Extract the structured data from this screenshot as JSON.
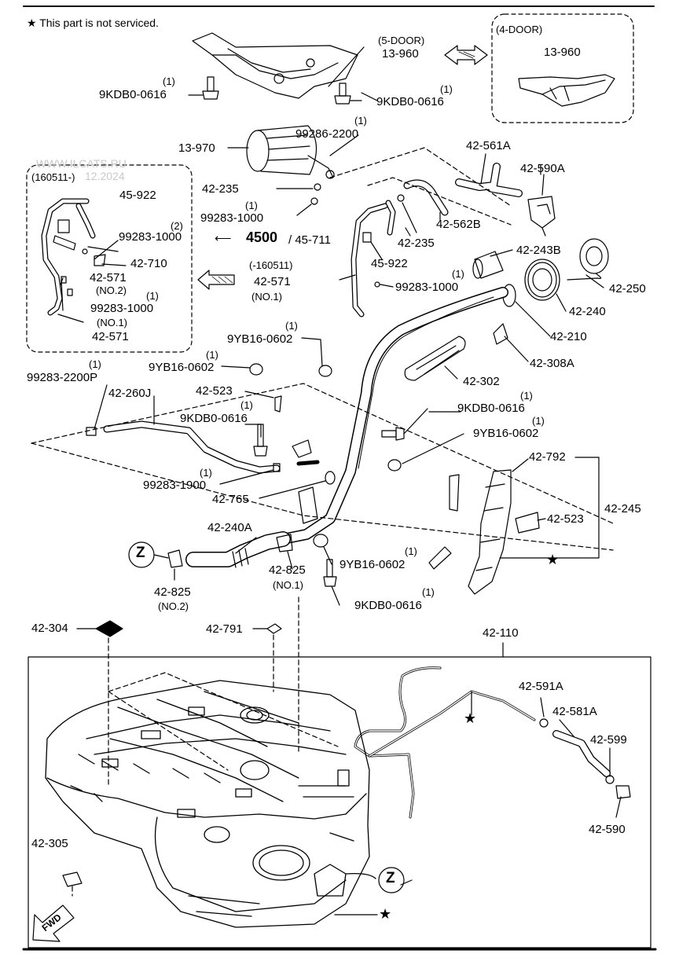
{
  "note": {
    "star": "★",
    "text": "This part is not serviced."
  },
  "watermark": {
    "site": "WWW.ILCATS.RU",
    "date": "12.2024"
  },
  "symbols": {
    "z": "Z",
    "fwd": "FWD",
    "star": "★"
  },
  "labels": {
    "door5": "(5-DOOR)",
    "door4": "(4-DOOR)",
    "p13_960a": "13-960",
    "p13_960b": "13-960",
    "q_9kdb_left": "(1)",
    "p9kdb_left": "9KDB0-0616",
    "q_9kdb_mid": "(1)",
    "p9kdb_mid": "9KDB0-0616",
    "q_99286": "(1)",
    "p99286": "99286-2200",
    "p13_970": "13-970",
    "p42_561a": "42-561A",
    "p42_590a": "42-590A",
    "p42_235a": "42-235",
    "q_99283a": "(1)",
    "p99283a": "99283-1000",
    "p42_562b": "42-562B",
    "p42_235b": "42-235",
    "ref4500": "4500",
    "ref45711": "/ 45-711",
    "p45_922b": "45-922",
    "d160511": "(-160511)",
    "p42_571c": "42-571",
    "no1c": "(NO.1)",
    "q_99283e": "(1)",
    "p99283e": "99283-1000",
    "p42_243b": "42-243B",
    "p42_250": "42-250",
    "p42_240": "42-240",
    "p42_210": "42-210",
    "p42_308a": "42-308A",
    "p42_302": "42-302",
    "box_date": "(160511-)",
    "p45_922a": "45-922",
    "q_99283b": "(2)",
    "p99283b": "99283-1000",
    "p42_710": "42-710",
    "p42_571a": "42-571",
    "no2a": "(NO.2)",
    "q_99283c": "(1)",
    "p99283c": "99283-1000",
    "no1b": "(NO.1)",
    "p42_571b": "42-571",
    "q_9yb_a": "(1)",
    "p9yb_a": "9YB16-0602",
    "q_9yb_b": "(1)",
    "p9yb_b": "9YB16-0602",
    "q_99283_2200p": "(1)",
    "p99283_2200p": "99283-2200P",
    "p42_260j": "42-260J",
    "p42_523a": "42-523",
    "q_9kdb_c": "(1)",
    "p9kdb_c": "9KDB0-0616",
    "q_9kdb_d": "(1)",
    "p9kdb_d": "9KDB0-0616",
    "q_9yb_c": "(1)",
    "p9yb_c": "9YB16-0602",
    "p42_792": "42-792",
    "p42_245": "42-245",
    "p42_523b": "42-523",
    "q_99283_1900": "(1)",
    "p99283_1900": "99283-1900",
    "p42_765": "42-765",
    "p42_240a": "42-240A",
    "p42_825a": "42-825",
    "no1d": "(NO.1)",
    "q_9yb_d": "(1)",
    "p9yb_d": "9YB16-0602",
    "p42_825b": "42-825",
    "no2b": "(NO.2)",
    "q_9kdb_e": "(1)",
    "p9kdb_e": "9KDB0-0616",
    "p42_304": "42-304",
    "p42_791": "42-791",
    "p42_110": "42-110",
    "p42_591a": "42-591A",
    "p42_581a": "42-581A",
    "p42_599": "42-599",
    "p42_590": "42-590",
    "p42_305": "42-305"
  }
}
